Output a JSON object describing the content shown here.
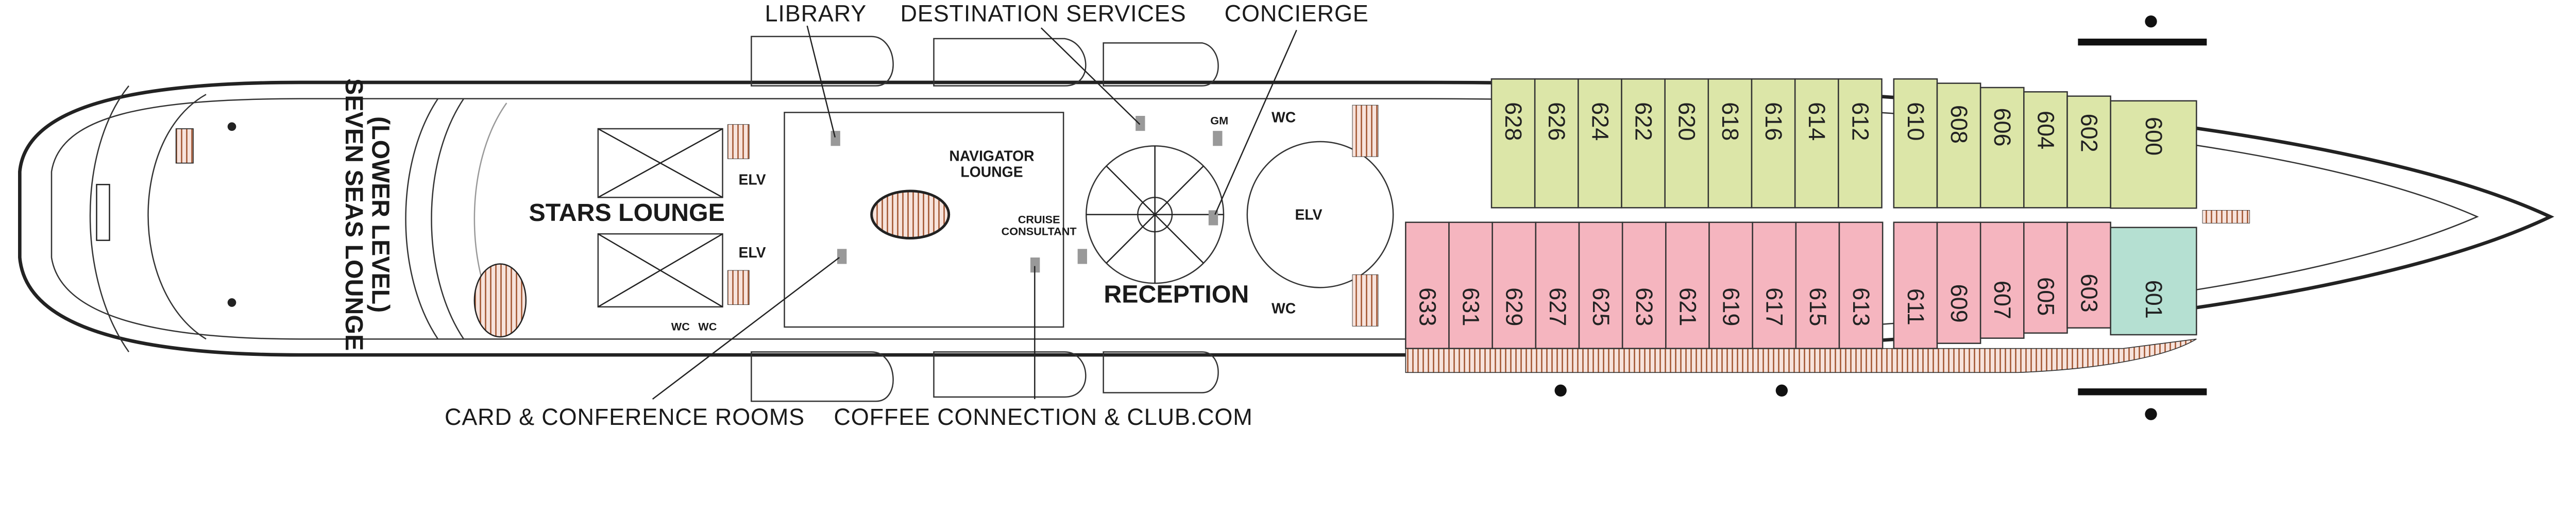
{
  "callouts": {
    "library": "LIBRARY",
    "destination_services": "DESTINATION SERVICES",
    "concierge": "CONCIERGE",
    "card_conference": "CARD & CONFERENCE ROOMS",
    "coffee_connection": "COFFEE CONNECTION & CLUB.COM"
  },
  "rooms": {
    "seven_seas_line1": "SEVEN SEAS LOUNGE",
    "seven_seas_line2": "(LOWER LEVEL)",
    "stars_lounge": "STARS LOUNGE",
    "navigator_line1": "NAVIGATOR",
    "navigator_line2": "LOUNGE",
    "cruise_line1": "CRUISE",
    "cruise_line2": "CONSULTANT",
    "reception": "RECEPTION",
    "elv": "ELV",
    "wc": "WC",
    "gm": "GM"
  },
  "cabins": {
    "starboard_aft": [
      "628",
      "626",
      "624",
      "622",
      "620",
      "618",
      "616",
      "614",
      "612"
    ],
    "starboard_fwd": [
      "610",
      "608",
      "606",
      "604",
      "602"
    ],
    "starboard_bow": "600",
    "port_aft": [
      "633",
      "631",
      "629",
      "627",
      "625",
      "623",
      "621",
      "619",
      "617",
      "615",
      "613"
    ],
    "port_fwd": [
      "611",
      "609",
      "607",
      "605",
      "603"
    ],
    "port_bow": "601"
  },
  "colors": {
    "starboard_cabin": "#dce6a8",
    "port_cabin": "#f5b5bf",
    "suite_cabin": "#b5e0d2",
    "balcony_stripe": "#a0522d",
    "marker": "#999999"
  }
}
